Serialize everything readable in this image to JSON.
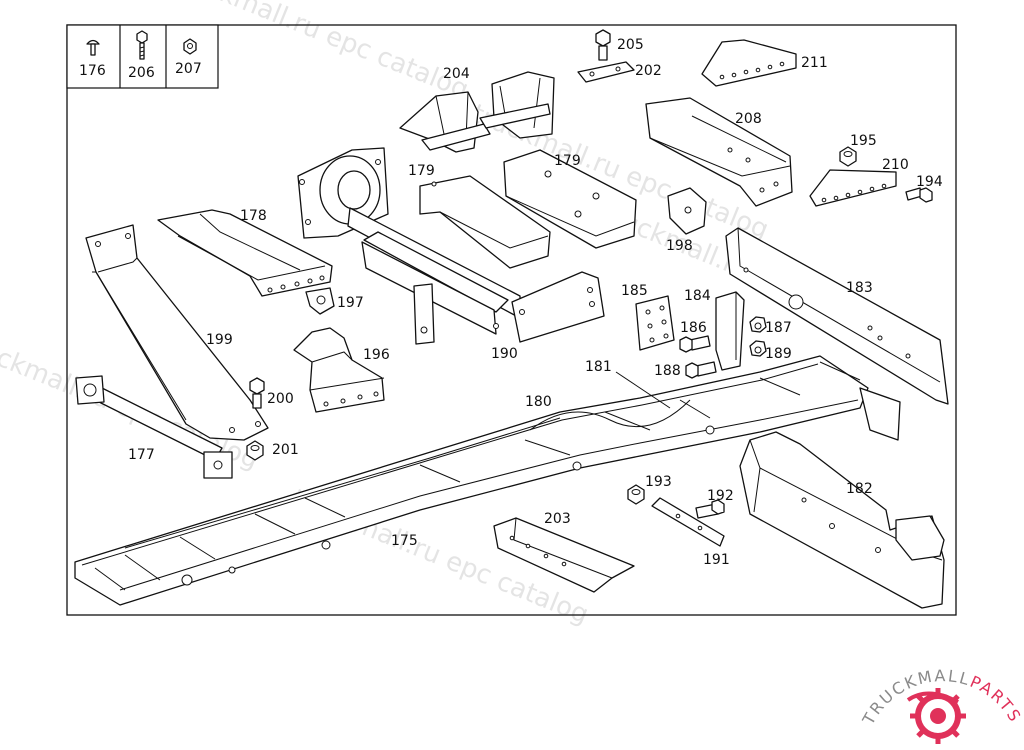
{
  "header_key": [
    {
      "number": "176",
      "icon": "rivet-icon"
    },
    {
      "number": "206",
      "icon": "bolt-icon"
    },
    {
      "number": "207",
      "icon": "nut-icon"
    }
  ],
  "parts": {
    "p175": "175",
    "p177": "177",
    "p178": "178",
    "p179a": "179",
    "p179b": "179",
    "p180": "180",
    "p181": "181",
    "p182": "182",
    "p183": "183",
    "p184": "184",
    "p185": "185",
    "p186": "186",
    "p187": "187",
    "p188": "188",
    "p189": "189",
    "p190": "190",
    "p191": "191",
    "p192": "192",
    "p193": "193",
    "p194": "194",
    "p195": "195",
    "p196": "196",
    "p197": "197",
    "p198": "198",
    "p199": "199",
    "p200": "200",
    "p201": "201",
    "p202": "202",
    "p203": "203",
    "p204": "204",
    "p205": "205",
    "p208": "208",
    "p210": "210",
    "p211": "211"
  },
  "watermark": {
    "text1": "truckmall.ru epc catalog",
    "text2": "truckmall.ru epc catalog",
    "text3": "truckmall.ru epc catalog",
    "text4": "truckmall.ru epc catalog",
    "text5": "truckmall.ru epc catalog"
  },
  "logo": {
    "text_a": "TRUCKMALL",
    "text_b": "PARTS",
    "color_a": "#8a8a8a",
    "color_b": "#e0315a"
  }
}
